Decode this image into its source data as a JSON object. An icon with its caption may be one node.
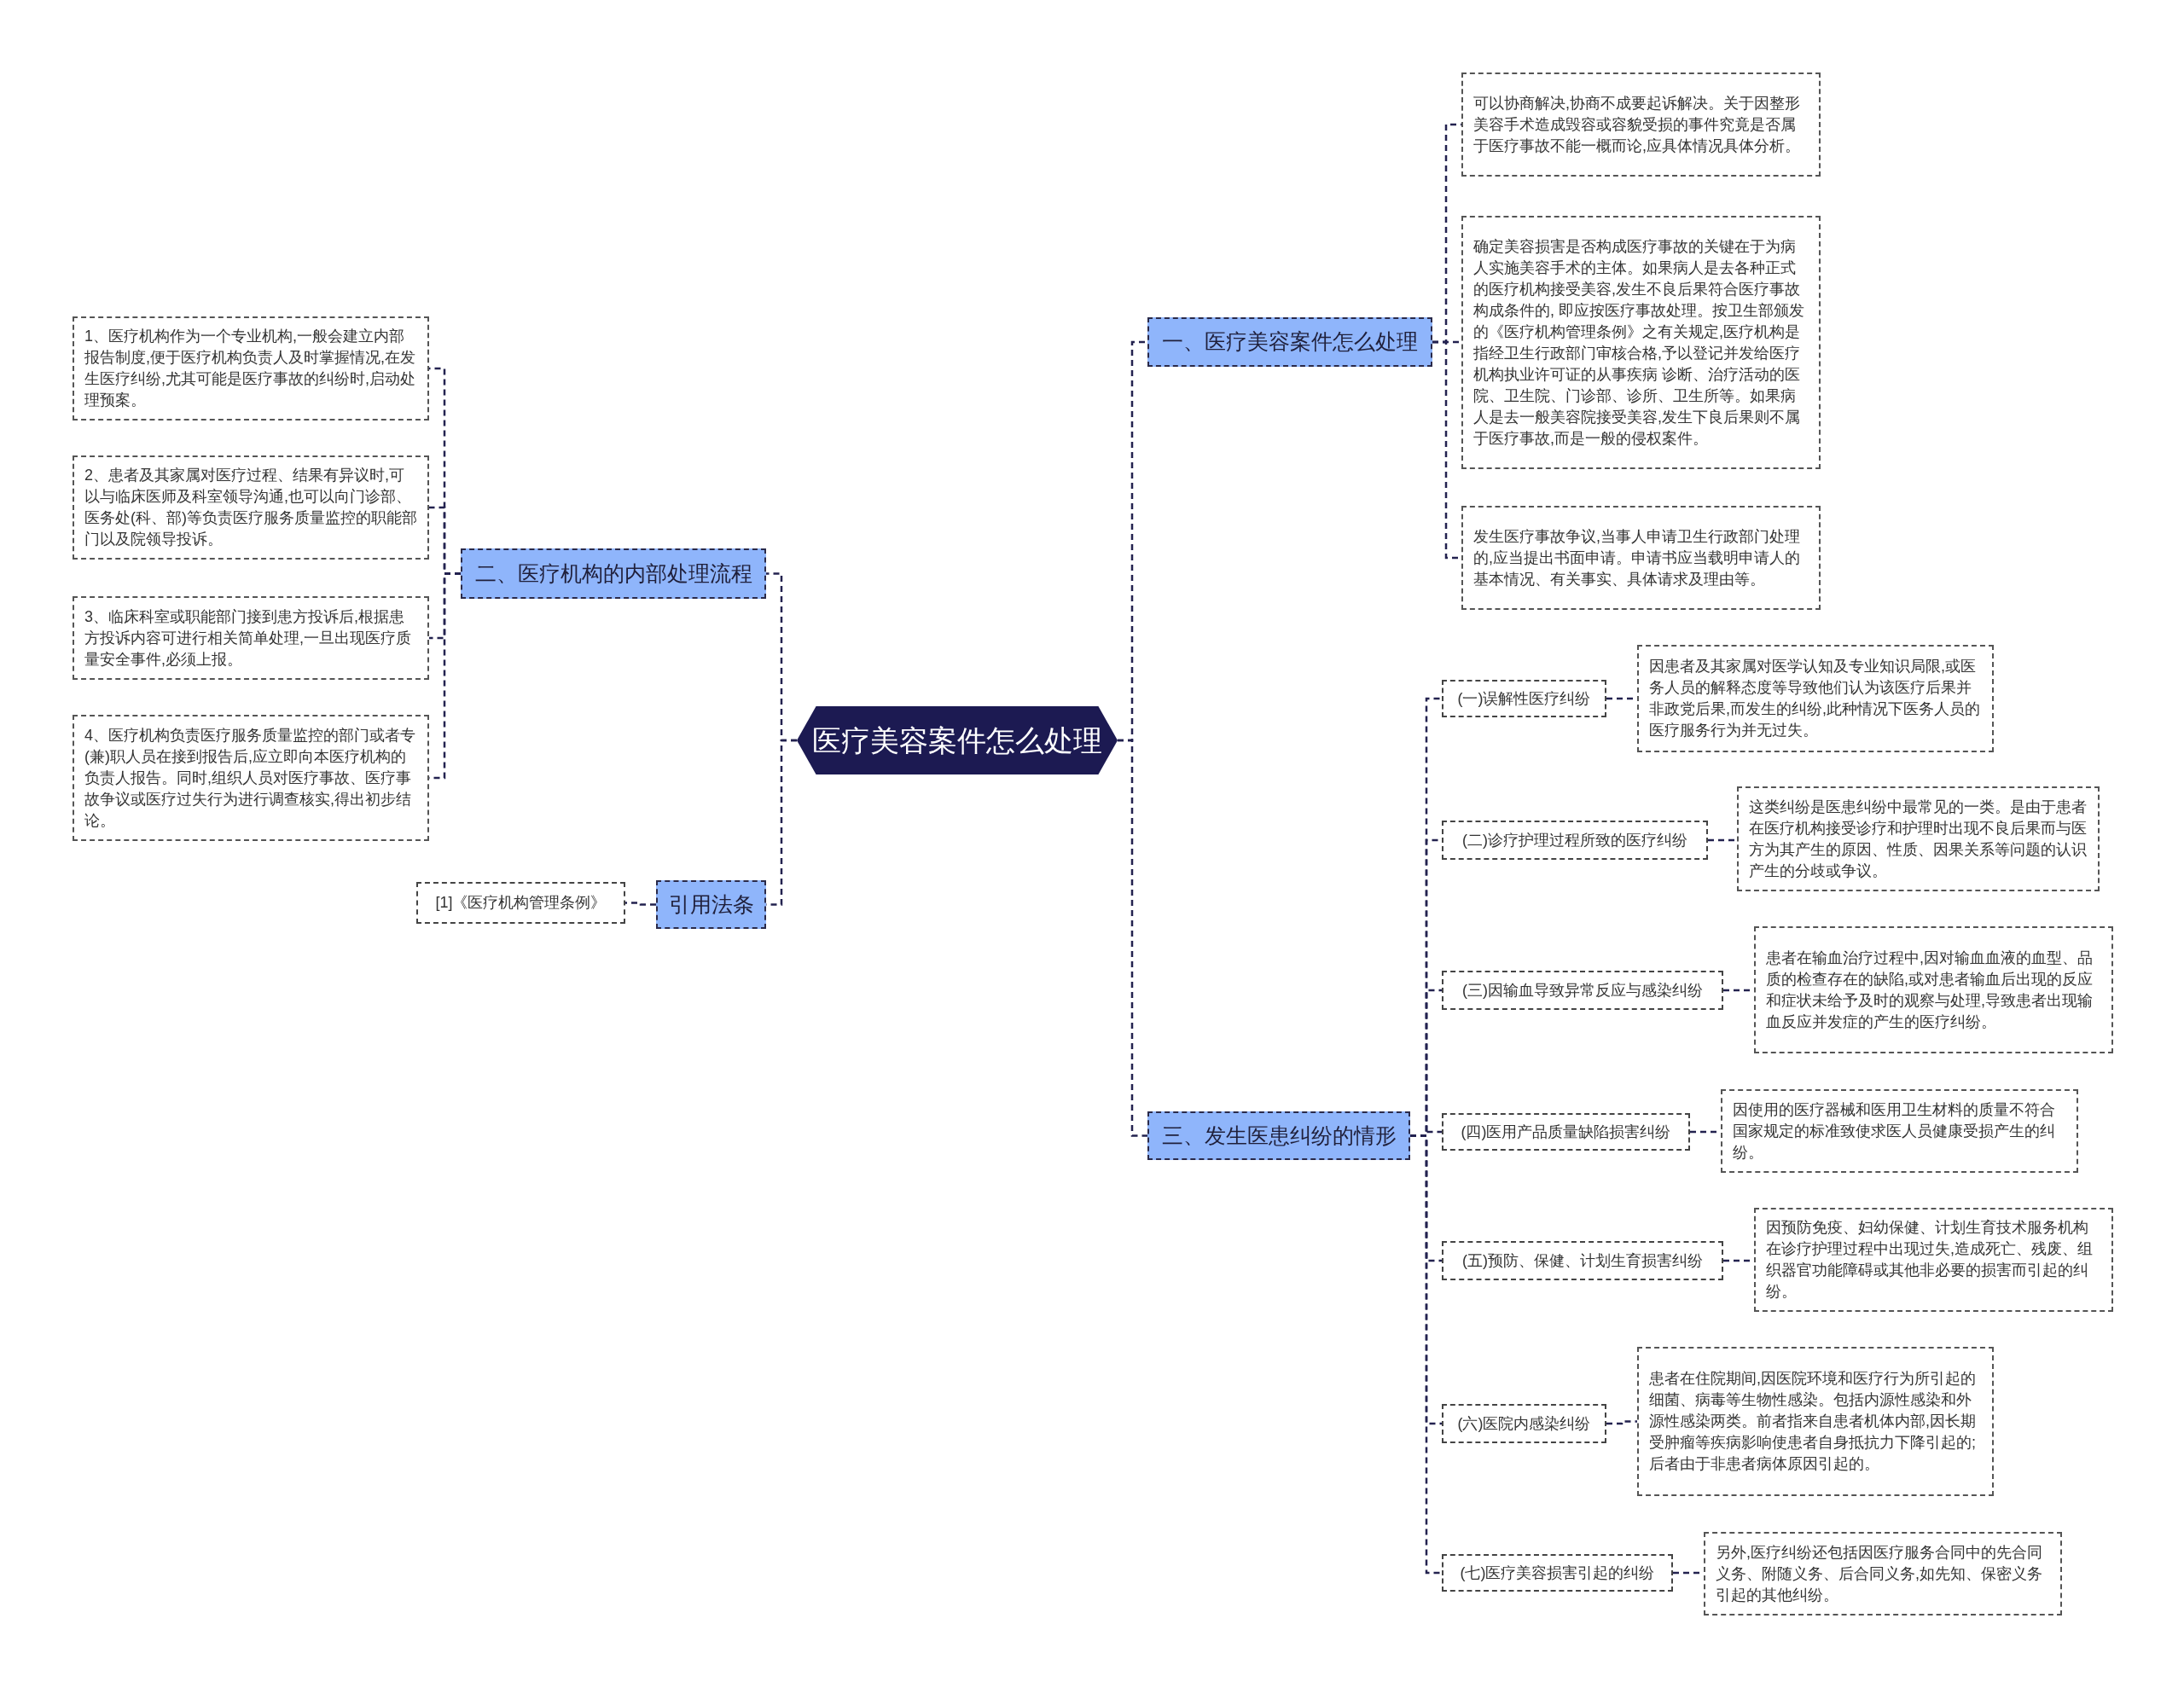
{
  "diagram": {
    "nodes": [
      {
        "text": [
          "医疗美容案件怎么处理"
        ]
      },
      {
        "text": [
          "一、医疗美容案件怎么处理"
        ]
      },
      {
        "text": [
          "可以协商解决,协商不成要起诉解决。关于因整形美容手术造成毁容或容貌受损的事件究竟是否属于医疗事故不能一概而论,应具体情况具体分析。"
        ]
      },
      {
        "text": [
          "确定美容损害是否构成医疗事故的关键在于为病人实施美容手术的主体。如果病人是去各种正式的医疗机构接受美容,发生不良后果符合医疗事故构成条件的, 即应按医疗事故处理。按卫生部颁发的《医疗机构管理条例》之有关规定,医疗机构是指经卫生行政部门审核合格,予以登记并发给医疗机构执业许可证的从事疾病 诊断、治疗活动的医院、卫生院、门诊部、诊所、卫生所等。如果病人是去一般美容院接受美容,发生下良后果则不属于医疗事故,而是一般的侵权案件。"
        ]
      },
      {
        "text": [
          "发生医疗事故争议,当事人申请卫生行政部门处理的,应当提出书面申请。申请书应当载明申请人的基本情况、有关事实、具体请求及理由等。"
        ]
      },
      {
        "text": [
          "三、发生医患纠纷的情形"
        ]
      },
      {
        "text": [
          "(一)误解性医疗纠纷"
        ]
      },
      {
        "text": [
          "因患者及其家属对医学认知及专业知识局限,或医务人员的解释态度等导致他们认为该医疗后果并非政党后果,而发生的纠纷,此种情况下医务人员的医疗服务行为并无过失。"
        ]
      },
      {
        "text": [
          "(二)诊疗护理过程所致的医疗纠纷"
        ]
      },
      {
        "text": [
          "这类纠纷是医患纠纷中最常见的一类。是由于患者在医疗机构接受诊疗和护理时出现不良后果而与医方为其产生的原因、性质、因果关系等问题的认识产生的分歧或争议。"
        ]
      },
      {
        "text": [
          "(三)因输血导致异常反应与感染纠纷"
        ]
      },
      {
        "text": [
          "患者在输血治疗过程中,因对输血血液的血型、品质的检查存在的缺陷,或对患者输血后出现的反应和症状未给予及时的观察与处理,导致患者出现输血反应并发症的产生的医疗纠纷。"
        ]
      },
      {
        "text": [
          "(四)医用产品质量缺陷损害纠纷"
        ]
      },
      {
        "text": [
          "因使用的医疗器械和医用卫生材料的质量不符合国家规定的标准致使求医人员健康受损产生的纠纷。"
        ]
      },
      {
        "text": [
          "(五)预防、保健、计划生育损害纠纷"
        ]
      },
      {
        "text": [
          "因预防免疫、妇幼保健、计划生育技术服务机构在诊疗护理过程中出现过失,造成死亡、残废、组织器官功能障碍或其他非必要的损害而引起的纠纷。"
        ]
      },
      {
        "text": [
          "(六)医院内感染纠纷"
        ]
      },
      {
        "text": [
          "患者在住院期间,因医院环境和医疗行为所引起的细菌、病毒等生物性感染。包括内源性感染和外源性感染两类。前者指来自患者机体内部,因长期受肿瘤等疾病影响使患者自身抵抗力下降引起的;后者由于非患者病体原因引起的。"
        ]
      },
      {
        "text": [
          "(七)医疗美容损害引起的纠纷"
        ]
      },
      {
        "text": [
          "另外,医疗纠纷还包括因医疗服务合同中的先合同义务、附随义务、后合同义务,如先知、保密义务引起的其他纠纷。"
        ]
      },
      {
        "text": [
          "二、医疗机构的内部处理流程"
        ]
      },
      {
        "text": [
          "1、医疗机构作为一个专业机构,一般会建立内部报告制度,便于医疗机构负责人及时掌握情况,在发生医疗纠纷,尤其可能是医疗事故的纠纷时,启动处理预案。"
        ]
      },
      {
        "text": [
          "2、患者及其家属对医疗过程、结果有异议时,可以与临床医师及科室领导沟通,也可以向门诊部、医务处(科、部)等负责医疗服务质量监控的职能部门以及院领导投诉。"
        ]
      },
      {
        "text": [
          "3、临床科室或职能部门接到患方投诉后,根据患方投诉内容可进行相关简单处理,一旦出现医疗质量安全事件,必须上报。"
        ]
      },
      {
        "text": [
          "4、医疗机构负责医疗服务质量监控的部门或者专(兼)职人员在接到报告后,应立即向本医疗机构的负责人报告。同时,组织人员对医疗事故、医疗事故争议或医疗过失行为进行调查核实,得出初步结论。"
        ]
      },
      {
        "text": [
          "引用法条"
        ]
      },
      {
        "text": [
          "[1]《医疗机构管理条例》"
        ]
      }
    ],
    "edges": [
      {
        "from": 0,
        "to": 1,
        "arrow": "none"
      },
      {
        "from": 1,
        "to": 2,
        "arrow": "none"
      },
      {
        "from": 1,
        "to": 3,
        "arrow": "none"
      },
      {
        "from": 1,
        "to": 4,
        "arrow": "none"
      },
      {
        "from": 0,
        "to": 5,
        "arrow": "none"
      },
      {
        "from": 5,
        "to": 6,
        "arrow": "none"
      },
      {
        "from": 6,
        "to": 7,
        "arrow": "none"
      },
      {
        "from": 5,
        "to": 8,
        "arrow": "none"
      },
      {
        "from": 8,
        "to": 9,
        "arrow": "none"
      },
      {
        "from": 5,
        "to": 10,
        "arrow": "none"
      },
      {
        "from": 10,
        "to": 11,
        "arrow": "none"
      },
      {
        "from": 5,
        "to": 12,
        "arrow": "none"
      },
      {
        "from": 12,
        "to": 13,
        "arrow": "none"
      },
      {
        "from": 5,
        "to": 14,
        "arrow": "none"
      },
      {
        "from": 14,
        "to": 15,
        "arrow": "none"
      },
      {
        "from": 5,
        "to": 16,
        "arrow": "none"
      },
      {
        "from": 16,
        "to": 17,
        "arrow": "none"
      },
      {
        "from": 5,
        "to": 18,
        "arrow": "none"
      },
      {
        "from": 18,
        "to": 19,
        "arrow": "none"
      },
      {
        "from": 0,
        "to": 20,
        "arrow": "none"
      },
      {
        "from": 20,
        "to": 21,
        "arrow": "none"
      },
      {
        "from": 20,
        "to": 22,
        "arrow": "none"
      },
      {
        "from": 20,
        "to": 23,
        "arrow": "none"
      },
      {
        "from": 20,
        "to": 24,
        "arrow": "none"
      },
      {
        "from": 0,
        "to": 25,
        "arrow": "none"
      },
      {
        "from": 25,
        "to": 26,
        "arrow": "none"
      }
    ]
  }
}
